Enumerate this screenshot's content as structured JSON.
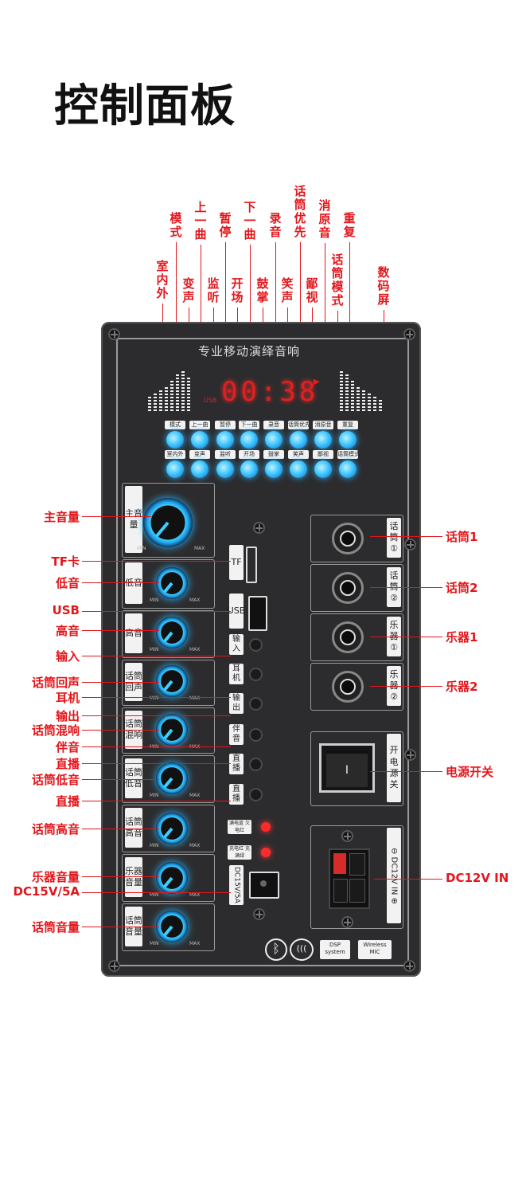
{
  "page_title": "控制面板",
  "panel_subtitle": "专业移动演绎音响",
  "display_text": "00:38",
  "display_usb": "USB",
  "display_play": "▶",
  "buttons_row1": [
    "模式",
    "上一曲",
    "暂停",
    "下一曲",
    "录音",
    "话筒优先",
    "消原音",
    "重复"
  ],
  "buttons_row2": [
    "室内外",
    "变声",
    "监听",
    "开场",
    "鼓掌",
    "笑声",
    "鄙视",
    "话筒模式"
  ],
  "top_callouts_upper": [
    "模式",
    "上一曲",
    "暂停",
    "下一曲",
    "录音",
    "话筒优先",
    "消原音",
    "重复"
  ],
  "top_callouts_lower": [
    "室内外",
    "变声",
    "监听",
    "开场",
    "鼓掌",
    "笑声",
    "鄙视",
    "话筒模式",
    "数码屏"
  ],
  "knobs": [
    "主音量",
    "低音",
    "高音",
    "话筒回声",
    "话筒混响",
    "话筒低音",
    "话筒高音",
    "乐器音量",
    "话筒音量"
  ],
  "knob_min": "MIN",
  "knob_max": "MAX",
  "tf_label": "TF",
  "tf_sub": "TF",
  "usb_label": "USB",
  "port_labels": [
    "输入",
    "耳机",
    "输出",
    "伴音",
    "直播",
    "直播"
  ],
  "led_labels": [
    "满电蓝 欠电红",
    "充电红 充满绿"
  ],
  "dc_label": "DC15V/5A",
  "right_sockets": [
    "话筒①",
    "话筒②",
    "乐器①",
    "乐器②"
  ],
  "power_label": "开电源关",
  "power_symbol": "I",
  "dc12_label": "⊖ DC12V IN ⊕",
  "bottom_icons": [
    "bluetooth-icon",
    "ccc-icon"
  ],
  "bottom_badges": [
    "DSP system",
    "Wireless MIC"
  ],
  "left_callouts": [
    "主音量",
    "TF卡",
    "低音",
    "USB",
    "高音",
    "输入",
    "话筒回声",
    "耳机",
    "输出",
    "话筒混响",
    "伴音",
    "直播",
    "话筒低音",
    "直播",
    "话筒高音",
    "乐器音量",
    "DC15V/5A",
    "话筒音量"
  ],
  "right_callouts": [
    "话筒1",
    "话筒2",
    "乐器1",
    "乐器2",
    "电源开关",
    "DC12V IN"
  ]
}
